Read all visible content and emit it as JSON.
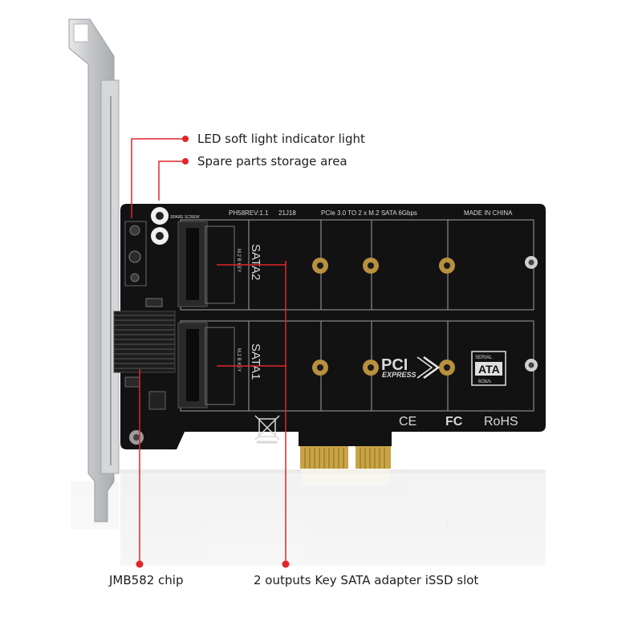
{
  "callouts": {
    "led": "LED soft light indicator light",
    "spare": "Spare parts storage area",
    "chip": "JMB582 chip",
    "slot": "2 outputs Key SATA adapter iSSD slot"
  },
  "board": {
    "spare_screw": "SPARE SCREW",
    "model": "PH58",
    "revision": "REV:1.1",
    "date": "21J18",
    "spec": "PCIe 3.0 TO 2 x M.2 SATA 6Gbps",
    "origin": "MADE IN CHINA",
    "slot_top": "SATA2",
    "slot_bottom": "SATA1",
    "key_top": "M.2 B KEY",
    "key_bottom": "M.2 B KEY",
    "pci_logo": "PCI",
    "express": "EXPRESS",
    "ce": "CE",
    "fc": "FC",
    "rohs": "RoHS",
    "sata_logo_1": "SERIAL",
    "sata_logo_2": "ATA",
    "sata_logo_3": "6Gb/s"
  },
  "colors": {
    "leader_line": "#e0262b",
    "pcb": "#121212",
    "gold": "#c9a445",
    "bracket": "#c9cbce"
  }
}
